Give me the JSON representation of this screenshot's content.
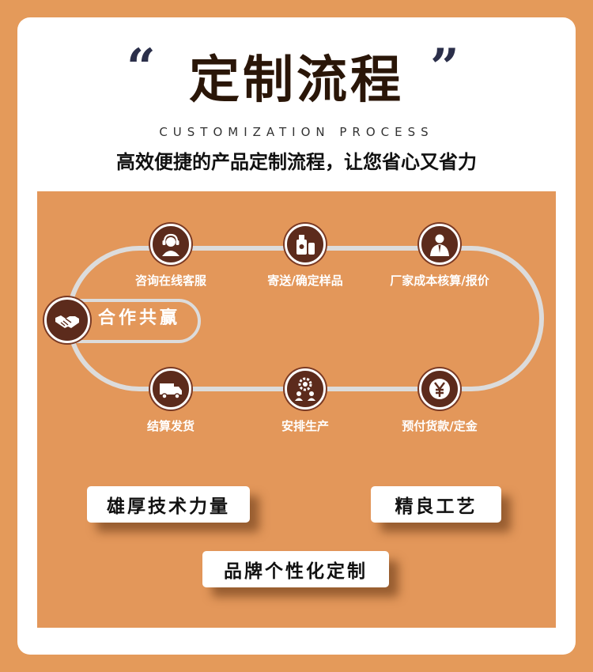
{
  "header": {
    "open_quote": "“",
    "close_quote": "”",
    "title": "定制流程",
    "subtitle_en": "CUSTOMIZATION PROCESS",
    "subtitle_cn": "高效便捷的产品定制流程，让您省心又省力"
  },
  "process": {
    "steps": [
      {
        "label": "咨询在线客服",
        "icon": "customer-service-icon"
      },
      {
        "label": "寄送/确定样品",
        "icon": "sample-bottles-icon"
      },
      {
        "label": "厂家成本核算/报价",
        "icon": "businessman-icon"
      },
      {
        "label": "预付货款/定金",
        "icon": "yen-coin-icon"
      },
      {
        "label": "安排生产",
        "icon": "gears-workers-icon"
      },
      {
        "label": "结算发货",
        "icon": "delivery-truck-icon"
      }
    ],
    "cooperation": {
      "label": "合作共赢",
      "icon": "handshake-icon"
    }
  },
  "features": {
    "tech": "雄厚技术力量",
    "craft": "精良工艺",
    "brand": "品牌个性化定制"
  },
  "colors": {
    "background": "#e49a5a",
    "node": "#5c2b1c",
    "title": "#2a1608"
  }
}
